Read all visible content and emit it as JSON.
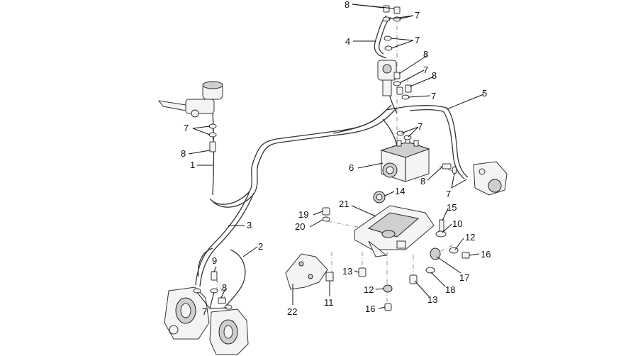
{
  "callouts": [
    {
      "id": "c1",
      "text": "1"
    },
    {
      "id": "c2",
      "text": "2"
    },
    {
      "id": "c3",
      "text": "3"
    },
    {
      "id": "c4",
      "text": "4"
    },
    {
      "id": "c5",
      "text": "5"
    },
    {
      "id": "c6",
      "text": "6"
    },
    {
      "id": "c7a",
      "text": "7"
    },
    {
      "id": "c7b",
      "text": "7"
    },
    {
      "id": "c7c",
      "text": "7"
    },
    {
      "id": "c7d",
      "text": "7"
    },
    {
      "id": "c7e",
      "text": "7"
    },
    {
      "id": "c7f",
      "text": "7"
    },
    {
      "id": "c7g",
      "text": "7"
    },
    {
      "id": "c7h",
      "text": "7"
    },
    {
      "id": "c8a",
      "text": "8"
    },
    {
      "id": "c8b",
      "text": "8"
    },
    {
      "id": "c8c",
      "text": "8"
    },
    {
      "id": "c8d",
      "text": "8"
    },
    {
      "id": "c8e",
      "text": "8"
    },
    {
      "id": "c9",
      "text": "9"
    },
    {
      "id": "c10",
      "text": "10"
    },
    {
      "id": "c11",
      "text": "11"
    },
    {
      "id": "c12a",
      "text": "12"
    },
    {
      "id": "c12b",
      "text": "12"
    },
    {
      "id": "c13a",
      "text": "13"
    },
    {
      "id": "c13b",
      "text": "13"
    },
    {
      "id": "c14",
      "text": "14"
    },
    {
      "id": "c15",
      "text": "15"
    },
    {
      "id": "c16a",
      "text": "16"
    },
    {
      "id": "c16b",
      "text": "16"
    },
    {
      "id": "c17",
      "text": "17"
    },
    {
      "id": "c18",
      "text": "18"
    },
    {
      "id": "c19",
      "text": "19"
    },
    {
      "id": "c20",
      "text": "20"
    },
    {
      "id": "c21",
      "text": "21"
    },
    {
      "id": "c22",
      "text": "22"
    }
  ]
}
